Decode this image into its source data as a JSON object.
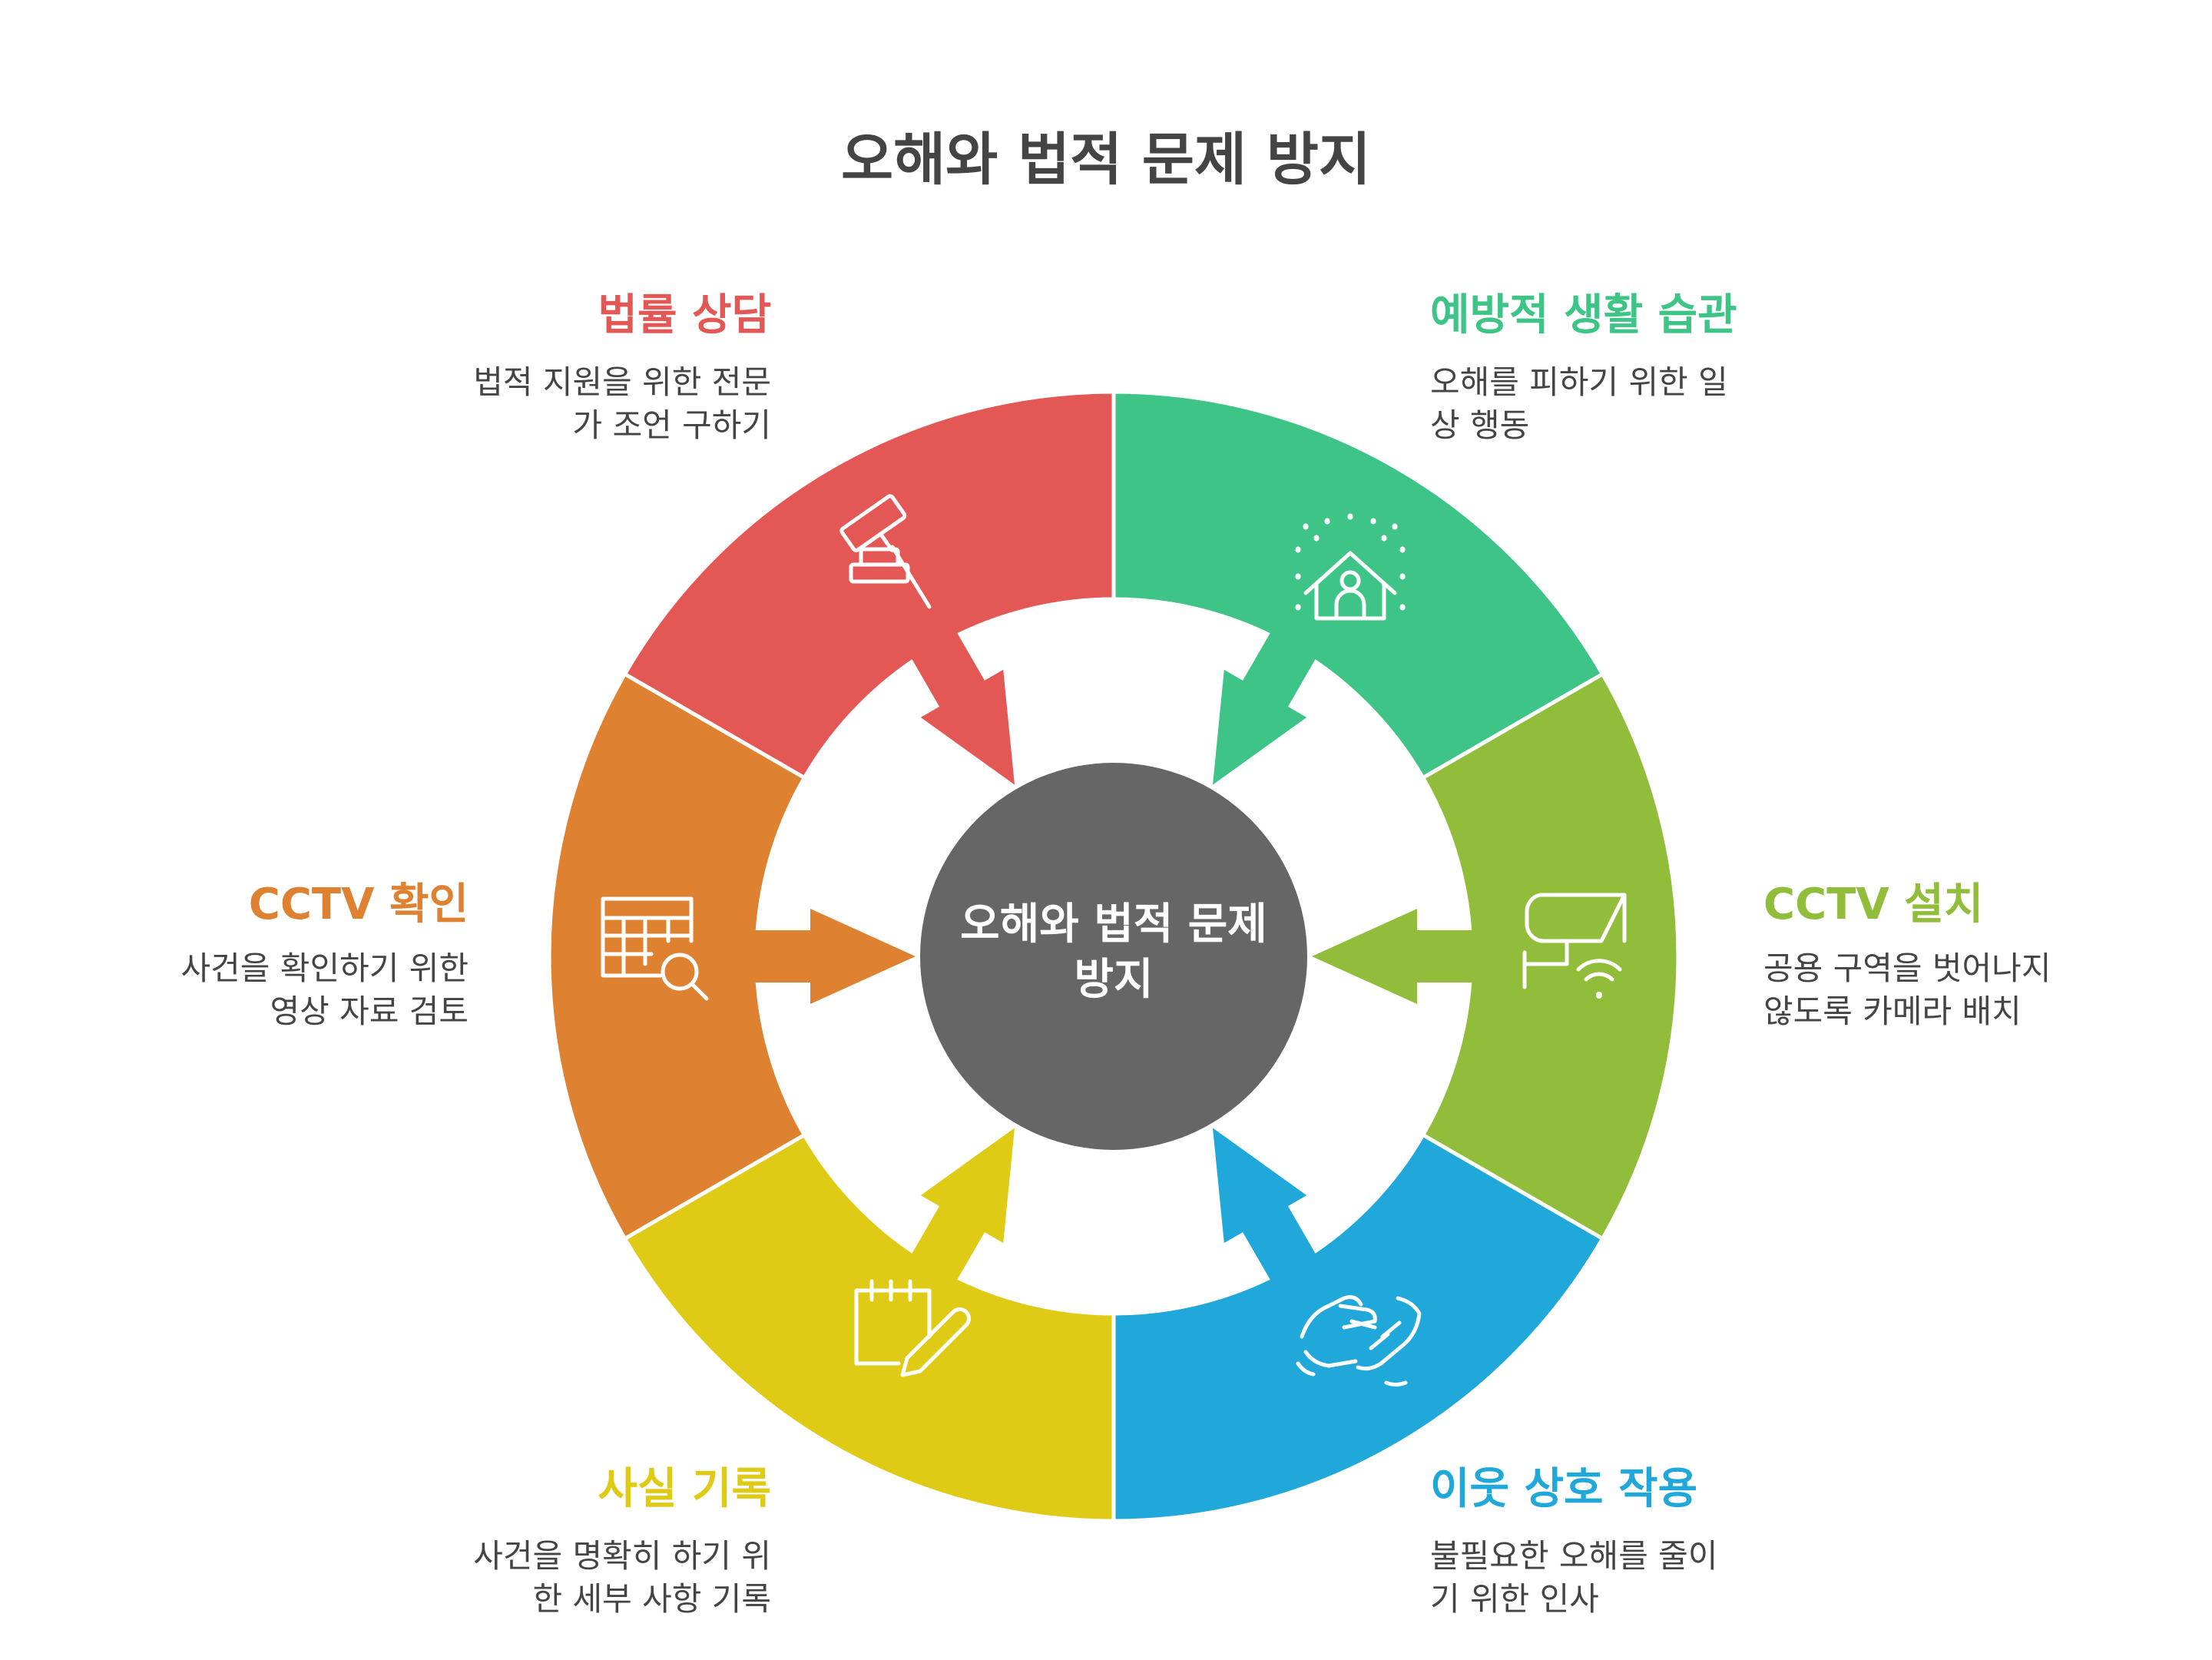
{
  "title": "오해와 법적 문제 방지",
  "center": {
    "line1": "오해와 법적 문제",
    "line2": "방지",
    "color": "#666666"
  },
  "segments": [
    {
      "id": "legal",
      "label": "법률 상담",
      "desc1": "법적 지원을 위한 전문",
      "desc2": "가 조언 구하기",
      "color": "#E35855",
      "icon": "gavel-icon"
    },
    {
      "id": "habit",
      "label": "예방적 생활 습관",
      "desc1": "오해를 피하기 위한 일",
      "desc2": "상 행동",
      "color": "#3EC486",
      "icon": "house-person-icon"
    },
    {
      "id": "cctv-install",
      "label": "CCTV 설치",
      "desc1": "공용 구역을 벗어나지",
      "desc2": "않도록 카메라 배치",
      "color": "#92BD3B",
      "icon": "security-camera-icon"
    },
    {
      "id": "neighbor",
      "label": "이웃 상호 작용",
      "desc1": "불필요한 오해를 줄이",
      "desc2": "기 위한 인사",
      "color": "#1FA8D9",
      "icon": "handshake-icon"
    },
    {
      "id": "record",
      "label": "사실 기록",
      "desc1": "사건을 명확히 하기 위",
      "desc2": "한 세부 사항 기록",
      "color": "#DFCB15",
      "icon": "notepad-pencil-icon"
    },
    {
      "id": "cctv-check",
      "label": "CCTV 확인",
      "desc1": "사건을 확인하기 위한",
      "desc2": "영상 자료 검토",
      "color": "#DE8231",
      "icon": "table-search-icon"
    }
  ]
}
